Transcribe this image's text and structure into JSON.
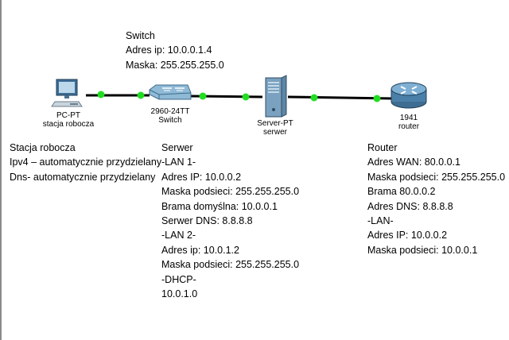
{
  "devices": {
    "pc": {
      "model": "PC-PT",
      "name": "stacja robocza"
    },
    "switch": {
      "model": "2960-24TT",
      "name": "Switch"
    },
    "server": {
      "model": "Server-PT",
      "name": "serwer"
    },
    "router": {
      "model": "1941",
      "name": "router"
    }
  },
  "notes": {
    "switch": [
      "Switch",
      "Adres ip: 10.0.0.1.4",
      "Maska: 255.255.255.0"
    ],
    "workstation": [
      "Stacja robocza",
      "Ipv4 – automatycznie przydzielany",
      "Dns- automatycznie przydzielany"
    ],
    "server": [
      "Serwer",
      "-LAN 1-",
      "Adres IP: 10.0.0.2",
      "Maska podsieci: 255.255.255.0",
      "Brama domyślna: 10.0.0.1",
      "Serwer DNS: 8.8.8.8",
      "-LAN 2-",
      "Adres ip: 10.0.1.2",
      "Maska podsieci: 255.255.255.0",
      "-DHCP-",
      "10.0.1.0"
    ],
    "router": [
      "Router",
      "Adres WAN: 80.0.0.1",
      "Maska podsieci: 255.255.255.0",
      "Brama 80.0.0.2",
      "Adres DNS: 8.8.8.8",
      "-LAN-",
      "Adres IP: 10.0.0.2",
      "Maska podsieci: 10.0.0.1"
    ]
  },
  "colors": {
    "cable": "#000000",
    "link_up": "#22dd22",
    "router_body": "#4a7fa8",
    "server_body": "#5e86a6",
    "switch_body": "#6d9dbd"
  }
}
